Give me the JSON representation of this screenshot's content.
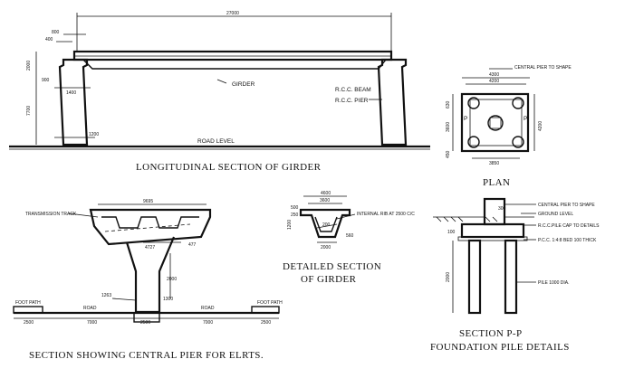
{
  "drawing": {
    "longitudinal": {
      "title": "LONGITUDINAL SECTION OF GIRDER",
      "span": "27000",
      "dim_800": "800",
      "dim_400": "400",
      "dim_2000": "2000",
      "dim_900": "900",
      "dim_1400": "1400",
      "dim_7700": "7700",
      "dim_1200": "1200",
      "girder": "GIRDER",
      "rcc_beam": "R.C.C. BEAM",
      "rcc_pier": "R.C.C. PIER",
      "road_level": "ROAD LEVEL"
    },
    "plan": {
      "title": "PLAN",
      "note": "CENTRAL PIER TO SHAPE",
      "dim_4300": "4300",
      "dim_4200": "4200",
      "dim_3600": "3600",
      "dim_3850": "3850",
      "dim_630": "630",
      "dim_450": "450",
      "label_p": "P"
    },
    "girder_detail": {
      "title_line1": "DETAILED SECTION",
      "title_line2": "OF GIRDER",
      "dim_4600": "4600",
      "dim_3600": "3600",
      "dim_500": "500",
      "dim_250": "250",
      "dim_1200": "1200",
      "dim_2000": "2000",
      "dim_560": "560",
      "dim_200": "200",
      "internal_rib": "INTERNAL RIB AT 2500 C/C"
    },
    "pier_section": {
      "title": "SECTION SHOWING CENTRAL PIER FOR ELRTS.",
      "dim_9695": "9695",
      "transmission_track": "TRANSMISSION TRACK",
      "dim_4727": "4727",
      "dim_477": "477",
      "dim_2000": "2000",
      "dim_1263": "1263",
      "dim_1300": "1300",
      "foot_path_left": "FOOT PATH",
      "foot_path_right": "FOOT PATH",
      "road_left": "ROAD",
      "road_right": "ROAD",
      "dim_2500a": "2500",
      "dim_7000a": "7000",
      "dim_2500b": "2500",
      "dim_7000b": "7000",
      "dim_2500c": "2500"
    },
    "foundation": {
      "title_line1": "SECTION P-P",
      "title_line2": "FOUNDATION PILE DETAILS",
      "note_pier": "CENTRAL PIER TO SHAPE",
      "note_ground": "GROUND LEVEL",
      "note_cap": "R.C.C.PILE CAP TO DETAILS",
      "note_pcc": "P.C.C. 1:4:8 BED 100 THICK",
      "note_pile": "PILE 1000 DIA.",
      "dim_300": "300",
      "dim_100": "100",
      "dim_2000": "2000"
    }
  }
}
